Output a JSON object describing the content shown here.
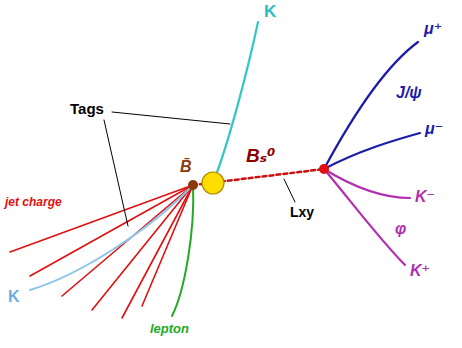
{
  "diagram": {
    "labels": [
      "K",
      "μ⁺",
      "J/ψ",
      "μ⁻",
      "Tags",
      "Bₛ⁰",
      "B̄",
      "K⁻",
      "φ",
      "Lxy",
      "K⁺",
      "jet charge",
      "K",
      "lepton"
    ]
  }
}
